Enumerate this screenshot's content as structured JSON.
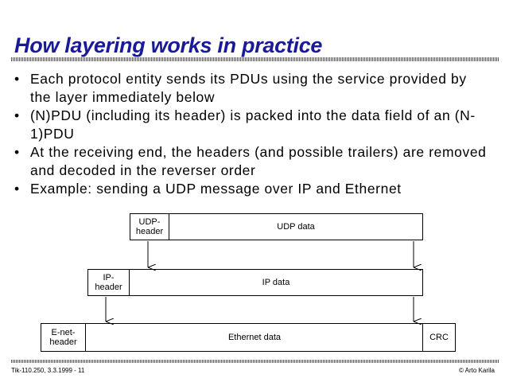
{
  "slide": {
    "title": "How layering works in practice",
    "bullets": [
      "Each protocol entity sends its PDUs using the service provided by the layer immediately below",
      "(N)PDU (including its header) is packed into the data field of an (N-1)PDU",
      "At the receiving end, the headers (and possible trailers) are removed and decoded in the reverser order",
      "Example: sending a UDP message over IP and Ethernet"
    ],
    "bullet_symbol": "•"
  },
  "diagram": {
    "udp": {
      "header": "UDP-\nheader",
      "data": "UDP data"
    },
    "ip": {
      "header": "IP-\nheader",
      "data": "IP data"
    },
    "eth": {
      "header": "E-net-\nheader",
      "data": "Ethernet data",
      "trailer": "CRC"
    }
  },
  "footer": {
    "left": "Tik-110.250, 3.3.1999 - 11",
    "right": "© Arto Karila"
  }
}
